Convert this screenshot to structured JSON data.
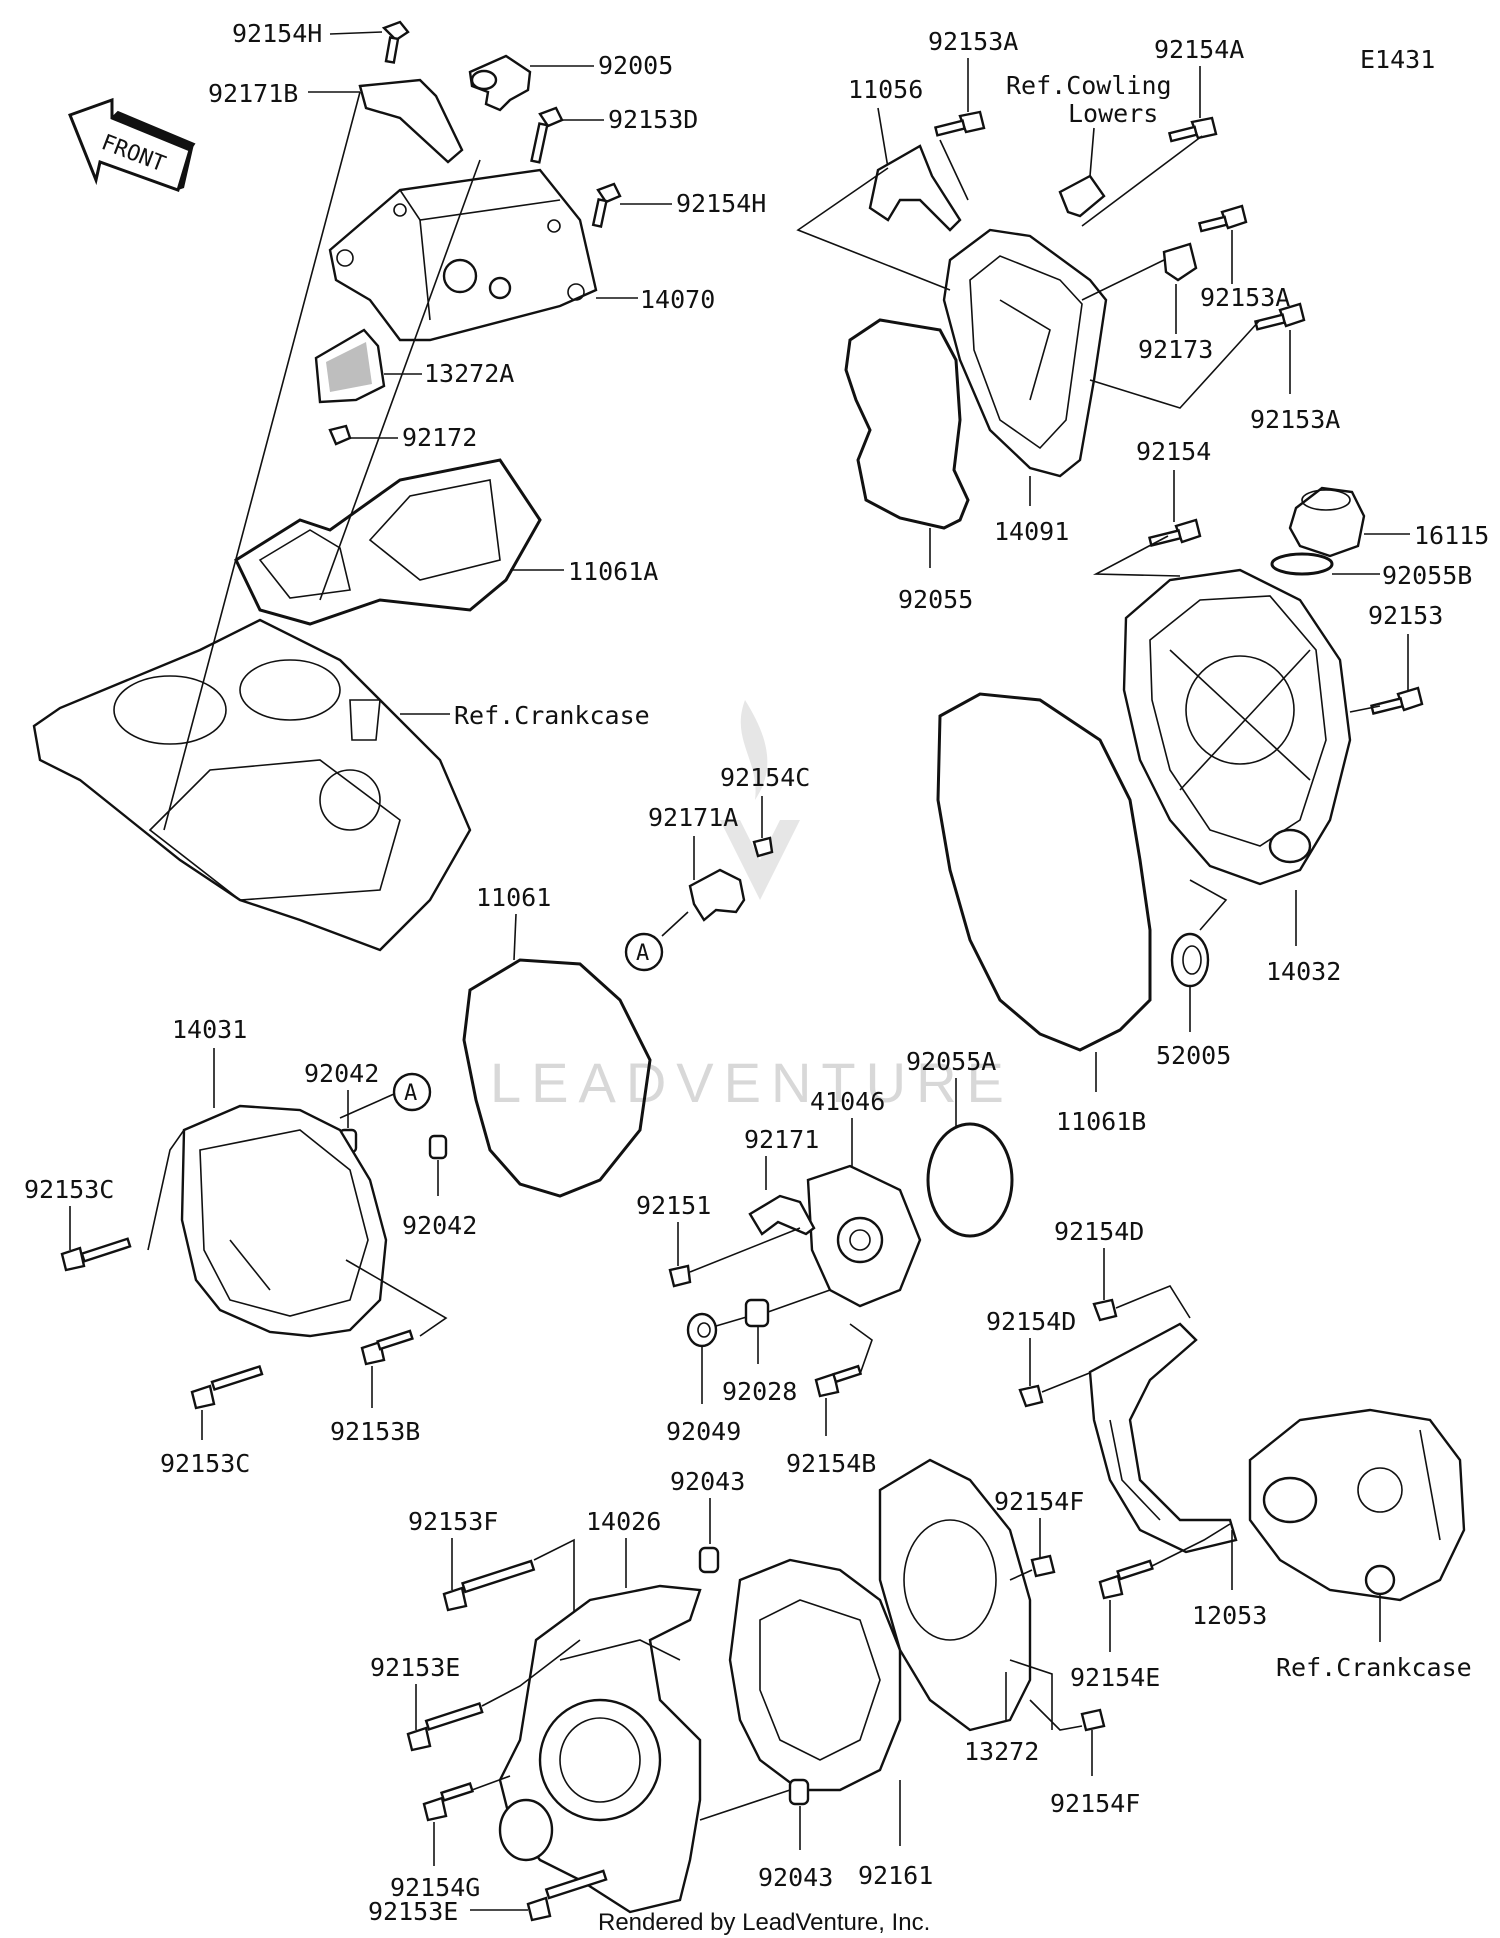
{
  "diagram_id": "E1431",
  "front_arrow": {
    "text": "FRONT",
    "icon": "front-direction-arrow-icon"
  },
  "footer": "Rendered by LeadVenture, Inc.",
  "watermark": "LEADVENTURE",
  "labels": {
    "p92154H_top": "92154H",
    "p92171B": "92171B",
    "p92005": "92005",
    "p92153D": "92153D",
    "p92154H_mid": "92154H",
    "p14070": "14070",
    "p13272A": "13272A",
    "p92172": "92172",
    "p11061A": "11061A",
    "ref_crankcase_1": "Ref.Crankcase",
    "p11056": "11056",
    "p92153A_1": "92153A",
    "ref_cowling_1": "Ref.Cowling",
    "ref_cowling_2": "Lowers",
    "p92154A": "92154A",
    "p92153A_2": "92153A",
    "p92173": "92173",
    "p92153A_3": "92153A",
    "p14091": "14091",
    "p92055": "92055",
    "p92154": "92154",
    "p16115": "16115",
    "p92055B": "92055B",
    "p92153": "92153",
    "p14032": "14032",
    "p52005": "52005",
    "p11061B": "11061B",
    "p92154C": "92154C",
    "p92171A": "92171A",
    "callout_A_1": "A",
    "p11061": "11061",
    "p92042_1": "92042",
    "p14031": "14031",
    "callout_A_2": "A",
    "p92042_2": "92042",
    "p92153C_1": "92153C",
    "p92153B": "92153B",
    "p92153C_2": "92153C",
    "p92055A": "92055A",
    "p41046": "41046",
    "p92171": "92171",
    "p92151": "92151",
    "p92049": "92049",
    "p92028": "92028",
    "p92154B": "92154B",
    "p92154D_1": "92154D",
    "p92154D_2": "92154D",
    "p92043_1": "92043",
    "p92153F": "92153F",
    "p14026": "14026",
    "p92154F_1": "92154F",
    "p12053": "12053",
    "p92153E_1": "92153E",
    "p92154E": "92154E",
    "ref_crankcase_2": "Ref.Crankcase",
    "p13272": "13272",
    "p92154F_2": "92154F",
    "p92154G": "92154G",
    "p92043_2": "92043",
    "p92161": "92161",
    "p92153E_2": "92153E"
  }
}
